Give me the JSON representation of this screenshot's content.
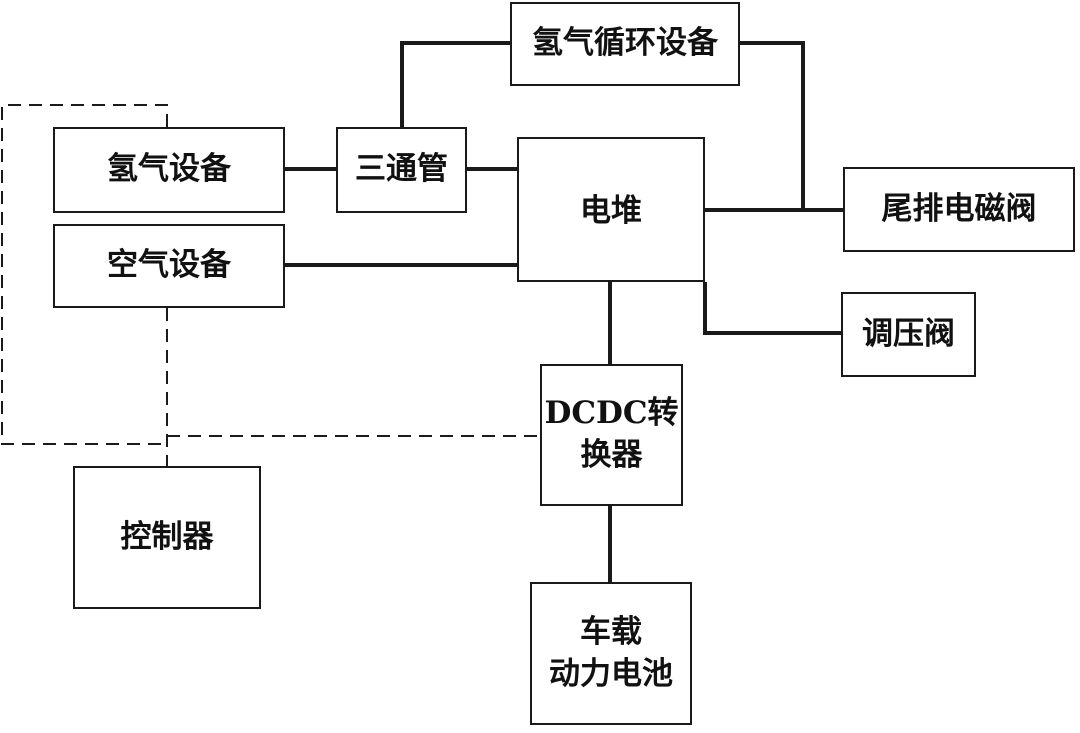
{
  "diagram": {
    "nodes": {
      "hydrogen_circulation": "氢气循环设备",
      "hydrogen_equipment": "氢气设备",
      "tee_pipe": "三通管",
      "stack": "电堆",
      "exhaust_valve": "尾排电磁阀",
      "air_equipment": "空气设备",
      "pressure_valve": "调压阀",
      "dcdc_line1": "DCDC转",
      "dcdc_line2": "换器",
      "controller": "控制器",
      "battery_line1": "车载",
      "battery_line2": "动力电池"
    },
    "colors": {
      "line": "#1a1a1a",
      "border": "#1a1a1a",
      "text": "#111111",
      "background": "#ffffff"
    }
  }
}
